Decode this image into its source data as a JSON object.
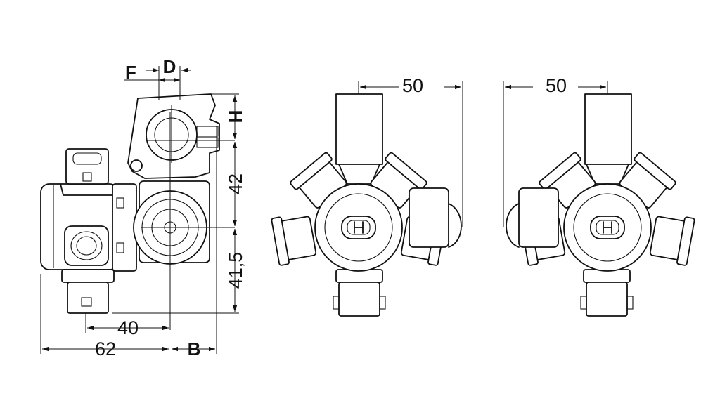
{
  "dimensions": {
    "dim_62": "62",
    "dim_40": "40",
    "dim_b": "B",
    "dim_f": "F",
    "dim_d": "D",
    "dim_h": "H",
    "dim_42": "42",
    "dim_41_5": "41,5",
    "dim_50_middle": "50",
    "dim_50_right": "50"
  },
  "colors": {
    "line": "#111111",
    "fill_grey": "#d9d9d9",
    "background": "#ffffff"
  }
}
